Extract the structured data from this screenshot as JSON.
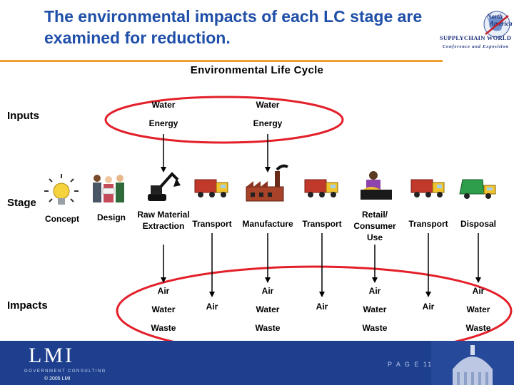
{
  "slide": {
    "title": "The environmental impacts of each LC stage are examined for reduction.",
    "logo_text": {
      "line1": "North",
      "line2": "America",
      "line3": "SUPPLYCHAIN WORLD",
      "line4": "Conference and Exposition"
    }
  },
  "diagram": {
    "title": "Environmental Life Cycle",
    "row_labels": {
      "inputs": "Inputs",
      "stage": "Stage",
      "impacts": "Impacts"
    },
    "inputs": [
      {
        "stage": "Raw Material Extraction",
        "items": [
          "Water",
          "Energy"
        ]
      },
      {
        "stage": "Manufacture",
        "items": [
          "Water",
          "Energy"
        ]
      }
    ],
    "stages": [
      {
        "label": "Concept",
        "icon": "lightbulb-icon"
      },
      {
        "label": "Design",
        "icon": "people-icon"
      },
      {
        "label": "Raw Material Extraction",
        "icon": "excavator-icon"
      },
      {
        "label": "Transport",
        "icon": "truck-icon"
      },
      {
        "label": "Manufacture",
        "icon": "factory-icon"
      },
      {
        "label": "Transport",
        "icon": "truck-icon"
      },
      {
        "label": "Retail/ Consumer Use",
        "icon": "shopper-icon"
      },
      {
        "label": "Transport",
        "icon": "truck-icon"
      },
      {
        "label": "Disposal",
        "icon": "garbage-truck-icon"
      }
    ],
    "impacts": [
      {
        "stage": "Raw Material Extraction",
        "items": [
          "Air",
          "Water",
          "Waste"
        ]
      },
      {
        "stage": "Transport",
        "items": [
          "Air"
        ]
      },
      {
        "stage": "Manufacture",
        "items": [
          "Air",
          "Water",
          "Waste"
        ]
      },
      {
        "stage": "Transport",
        "items": [
          "Air"
        ]
      },
      {
        "stage": "Retail/ Consumer Use",
        "items": [
          "Air",
          "Water",
          "Waste"
        ]
      },
      {
        "stage": "Transport",
        "items": [
          "Air"
        ]
      },
      {
        "stage": "Disposal",
        "items": [
          "Air",
          "Water",
          "Waste"
        ]
      }
    ],
    "colors": {
      "highlight_ring": "#e3202a",
      "title": "#1f4fa8",
      "rule": "#f0a030",
      "footer": "#1d3f8e"
    }
  },
  "footer": {
    "brand": "LMI",
    "subtitle": "GOVERNMENT CONSULTING",
    "copyright": "© 2005 LMI",
    "page": "P A G E  11"
  }
}
